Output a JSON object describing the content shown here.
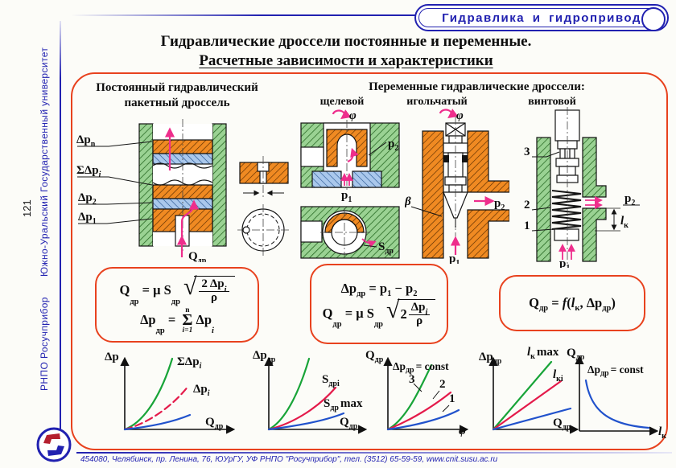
{
  "header": {
    "course": "Гидравлика и гидропривод"
  },
  "sidebar": {
    "university": "Южно-Уральский Государственный университет",
    "page_number": "121",
    "organization": "РНПО Росучприбор"
  },
  "title": {
    "line1": "Гидравлические дроссели постоянные и переменные.",
    "line2": "Расчетные зависимости и характеристики"
  },
  "sections": {
    "constant": {
      "heading_line1": "Постоянный гидравлический",
      "heading_line2": "пакетный дроссель"
    },
    "variable": {
      "heading": "Переменные гидравлические дроссели:",
      "type_slit": "щелевой",
      "type_needle": "игольчатый",
      "type_screw": "винтовой"
    }
  },
  "labels": {
    "dpn": {
      "m": "Δp",
      "s": "n"
    },
    "sumdp": {
      "m": "ΣΔp",
      "s": "i"
    },
    "dp2": {
      "m": "Δp",
      "s": "2"
    },
    "dp1": {
      "m": "Δp",
      "s": "1"
    },
    "qdr": {
      "m": "Q",
      "s": "др"
    },
    "p1": {
      "m": "p",
      "s": "1"
    },
    "p2": {
      "m": "p",
      "s": "2"
    },
    "phi": "φ",
    "beta": "β",
    "sdr": {
      "m": "S",
      "s": "др"
    },
    "lk": {
      "m": "l",
      "s": "к"
    },
    "num1": "1",
    "num2": "2",
    "num3": "3"
  },
  "formulas": {
    "sqrt": "√",
    "f1l1": {
      "q": "Q",
      "qs": "др",
      "mid": " = μ S",
      "ms": "др",
      "num": "2 Δp",
      "numsub": "i",
      "den": "ρ"
    },
    "f1l2": {
      "a": "Δp",
      "as": "др",
      "eq": " = ",
      "lim_top": "n",
      "sigma": "Σ",
      "lim_bot": "i=1",
      "b": "Δp",
      "bs": "i"
    },
    "f2l1": {
      "a": "Δp",
      "as": "др",
      "eq": " = p",
      "s1": "1",
      "minus": " − p",
      "s2": "2"
    },
    "f2l2": {
      "q": "Q",
      "qs": "др",
      "mid": " = μ S",
      "ms": "др",
      "coef": "2",
      "num": "Δp",
      "numsub": "i",
      "den": "ρ"
    },
    "f3": {
      "q": "Q",
      "qs": "др",
      "eq": " = ",
      "f": "f",
      "open": "(",
      "l": "l",
      "ls": "к",
      "comma": ", ",
      "b": "Δp",
      "bs": "др",
      "close": ")"
    }
  },
  "graphs": {
    "g1": {
      "type": "line",
      "ylabel": "Δp",
      "xlabel": {
        "m": "Q",
        "s": "др"
      },
      "curve_sum": {
        "m": "ΣΔp",
        "s": "i",
        "color": "#18a438",
        "style": "solid",
        "trend": "steep convex rise from origin"
      },
      "curve_dpi": {
        "m": "Δp",
        "s": "i",
        "color": "#e41a4a",
        "style": "dashed",
        "trend": "medium convex rise from origin"
      },
      "curve_min": {
        "color": "#2152cc",
        "style": "solid",
        "trend": "shallow convex rise from origin"
      }
    },
    "g2": {
      "type": "line",
      "ylabel": {
        "m": "Δp",
        "s": "др"
      },
      "xlabel": {
        "m": "Q",
        "s": "др"
      },
      "curve_steep": {
        "color": "#18a438",
        "style": "solid",
        "trend": "steep convex rise"
      },
      "curve_sdri": {
        "m": "S",
        "s": "дрi",
        "color": "#e41a4a",
        "style": "solid",
        "trend": "medium convex rise"
      },
      "curve_sdrmax": {
        "m": "S",
        "s": "др",
        "t": "max",
        "color": "#2152cc",
        "style": "solid",
        "trend": "shallow convex rise"
      }
    },
    "g3": {
      "type": "line",
      "ylabel": {
        "m": "Q",
        "s": "др"
      },
      "xlabel": "φ",
      "annotation": {
        "a": "Δp",
        "as": "др",
        "b": "= const"
      },
      "c3": "3",
      "c2": "2",
      "c1": "1",
      "curve_3_color": "#18a438",
      "curve_2_color": "#e41a4a",
      "curve_1_color": "#2152cc"
    },
    "g4": {
      "type": "line",
      "ylabel": {
        "m": "Δp",
        "s": "др"
      },
      "xlabel": {
        "m": "Q",
        "s": "др"
      },
      "curve_lkmax": {
        "m": "l",
        "s": "к",
        "t": "max",
        "color": "#18a438",
        "trend": "steep straight line"
      },
      "curve_lki": {
        "m": "l",
        "s": "кi",
        "color": "#e41a4a",
        "trend": "medium straight line"
      },
      "curve_min": {
        "color": "#2152cc",
        "trend": "shallow straight line"
      }
    },
    "g5": {
      "type": "line",
      "ylabel": {
        "m": "Q",
        "s": "др"
      },
      "xlabel": {
        "m": "l",
        "s": "к"
      },
      "annotation": {
        "a": "Δp",
        "as": "др",
        "b": "= const"
      },
      "curve": {
        "color": "#2152cc",
        "trend": "hyperbolic decrease"
      }
    }
  },
  "colors": {
    "frame": "#e8421e",
    "blue": "#2121b0",
    "pink": "#ee2e8c",
    "green_curve": "#18a438",
    "red_curve": "#e41a4a",
    "blue_curve": "#2152cc",
    "hatch_green": "#9ad293",
    "hatch_orange": "#f08a22",
    "hatch_blue": "#aac8ec",
    "logo_red": "#b51f2e"
  },
  "footer": {
    "address": "454080, Челябинск, пр. Ленина, 76, ЮУрГУ, УФ РНПО \"Росучприбор\", тел. (3512) 65-59-59, www.cnit.susu.ac.ru"
  }
}
